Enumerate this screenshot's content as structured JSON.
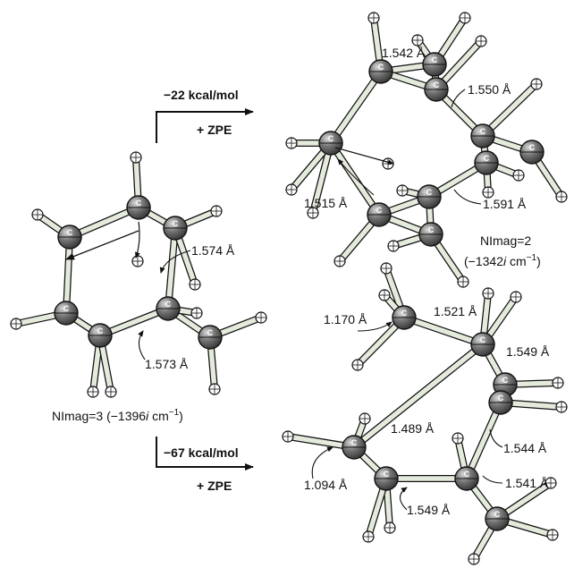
{
  "left_structure": {
    "labels": {
      "bond_a": "1.574 Å",
      "bond_b": "1.573 Å"
    },
    "nimag": {
      "prefix": "NImag=3 (−1396",
      "i": "i",
      "suffix": " cm",
      "sup": "−1",
      "close": ")"
    }
  },
  "top_arrow": {
    "energy": "−22 kcal/mol",
    "zpe": "+ ZPE"
  },
  "bottom_arrow": {
    "energy": "−67 kcal/mol",
    "zpe": "+ ZPE"
  },
  "top_product": {
    "labels": {
      "b1": "1.542 Å",
      "b2": "1.550 Å",
      "b3": "1.515 Å",
      "b4": "1.591 Å"
    },
    "nimag": {
      "line1": "NImag=2",
      "prefix": "(−1342",
      "i": "i",
      "suffix": " cm",
      "sup": "−1",
      "close": ")"
    }
  },
  "bottom_product": {
    "labels": {
      "b1": "1.170 Å",
      "b2": "1.521 Å",
      "b3": "1.549 Å",
      "b4": "1.489 Å",
      "b5": "1.544 Å",
      "b6": "1.094 Å",
      "b7": "1.541 Å",
      "b8": "1.549 Å"
    }
  },
  "atom_symbol": "C",
  "colors": {
    "carbon": "#6b6b6b",
    "hydrogen": "#ffffff",
    "bond": "#e4ebdc",
    "outline": "#111111"
  }
}
